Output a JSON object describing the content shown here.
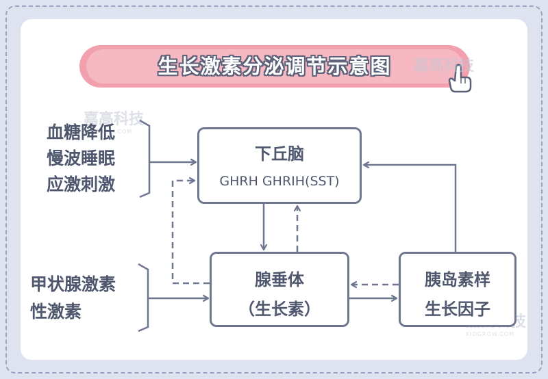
{
  "title": "生长激素分泌调节示意图",
  "watermark_text": "嘉高科技",
  "watermark_sub": "KIDGROW.COM",
  "nodes": {
    "hypothalamus": {
      "label": "下丘脑",
      "sub": "GHRH GHRIH(SST)"
    },
    "pituitary": {
      "line1": "腺垂体",
      "line2": "（生长素）"
    },
    "igf": {
      "line1": "胰岛素样",
      "line2": "生长因子"
    }
  },
  "inputs_top": [
    "血糖降低",
    "慢波睡眠",
    "应激刺激"
  ],
  "inputs_mid": [
    "甲状腺激素",
    "性激素"
  ],
  "colors": {
    "accent": "#f2a0ad",
    "line": "#6f7790",
    "text": "#4f576e"
  }
}
